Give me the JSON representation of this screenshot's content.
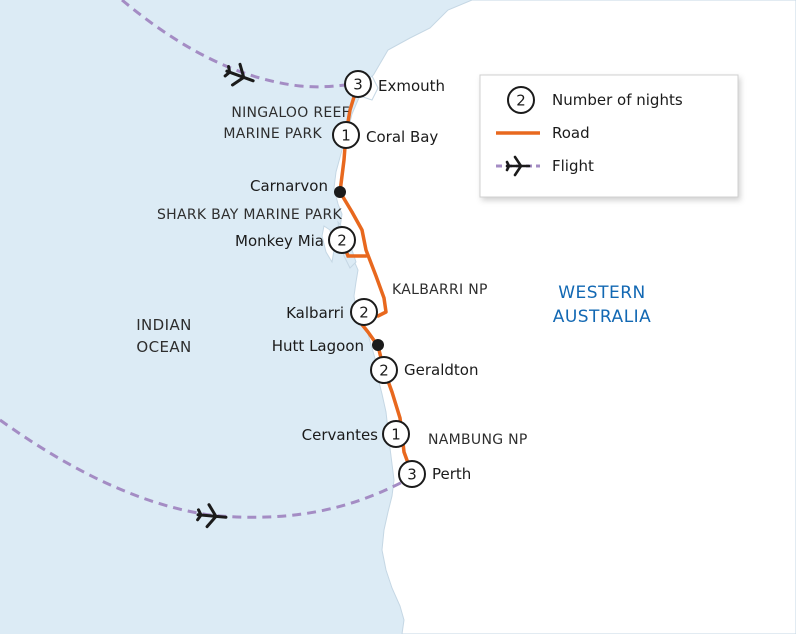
{
  "colors": {
    "sea": "#dcebf5",
    "land": "#ffffff",
    "road": "#e8681e",
    "flight": "#a48cc4",
    "region_text": "#1268b3"
  },
  "legend": {
    "nights_sample": "2",
    "nights_label": "Number of nights",
    "road_label": "Road",
    "flight_label": "Flight"
  },
  "stops": [
    {
      "name": "Exmouth",
      "nights": "3"
    },
    {
      "name": "Coral Bay",
      "nights": "1"
    },
    {
      "name": "Carnarvon",
      "nights": ""
    },
    {
      "name": "Monkey Mia",
      "nights": "2"
    },
    {
      "name": "Kalbarri",
      "nights": "2"
    },
    {
      "name": "Hutt Lagoon",
      "nights": ""
    },
    {
      "name": "Geraldton",
      "nights": "2"
    },
    {
      "name": "Cervantes",
      "nights": "1"
    },
    {
      "name": "Perth",
      "nights": "3"
    }
  ],
  "places": {
    "ningaloo_line1": "NINGALOO REEF",
    "ningaloo_line2": "MARINE PARK",
    "shark_bay": "SHARK BAY MARINE PARK",
    "kalbarri_np": "KALBARRI NP",
    "nambung_np": "NAMBUNG NP",
    "region_line1": "WESTERN",
    "region_line2": "AUSTRALIA",
    "ocean_line1": "INDIAN",
    "ocean_line2": "OCEAN"
  },
  "icons": {
    "flight": "airplane-icon",
    "night_marker": "circle-number",
    "waypoint": "filled-dot"
  }
}
